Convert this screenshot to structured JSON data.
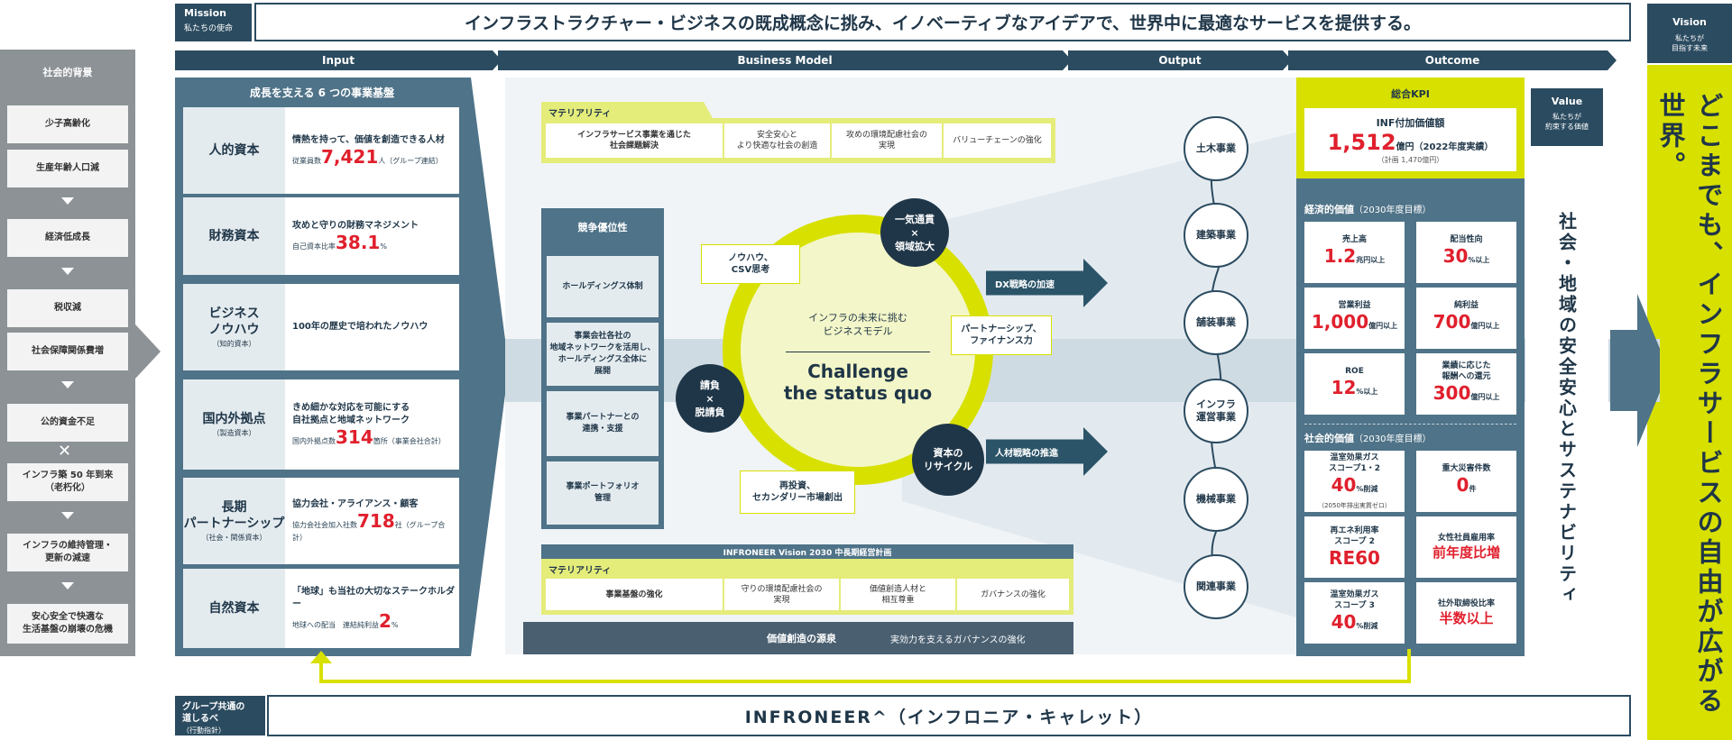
{
  "mission": {
    "tag_en": "Mission",
    "tag_jp": "私たちの使命",
    "text": "インフラストラクチャー・ビジネスの既成概念に挑み、イノベーティブなアイデアで、世界中に最適なサービスを提供する。"
  },
  "vision": {
    "tag_en": "Vision",
    "tag_jp": "私たちが\n目指す未来",
    "text": "どこまでも、インフラサービスの自由が広がる世界。"
  },
  "phases": [
    "Input",
    "Business Model",
    "Output",
    "Outcome"
  ],
  "social_background": {
    "title": "社会的背景",
    "items": [
      "少子高齢化",
      "生産年齢人口減",
      "経済低成長",
      "税収減",
      "社会保障関係費増",
      "公的資金不足",
      "インフラ築 50 年到来\n（老朽化）",
      "インフラの維持管理・\n更新の減速",
      "安心安全で快適な\n生活基盤の崩壊の危機"
    ]
  },
  "input": {
    "title": "成長を支える 6 つの事業基盤",
    "cards": [
      {
        "label": "人的資本",
        "sub": "",
        "desc": "情熱を持って、価値を創造できる人材",
        "stat_pre": "従業員数",
        "stat_val": "7,421",
        "stat_post": "人（グループ連結）"
      },
      {
        "label": "財務資本",
        "sub": "",
        "desc": "攻めと守りの財務マネジメント",
        "stat_pre": "自己資本比率",
        "stat_val": "38.1",
        "stat_post": "%"
      },
      {
        "label": "ビジネス\nノウハウ",
        "sub": "（知的資本）",
        "desc": "100年の歴史で培われたノウハウ",
        "stat_pre": "",
        "stat_val": "",
        "stat_post": ""
      },
      {
        "label": "国内外拠点",
        "sub": "（製造資本）",
        "desc": "きめ細かな対応を可能にする\n自社拠点と地域ネットワーク",
        "stat_pre": "国内外拠点数",
        "stat_val": "314",
        "stat_post": "箇所（事業会社合計）"
      },
      {
        "label": "長期\nパートナーシップ",
        "sub": "（社会・関係資本）",
        "desc": "協力会社・アライアンス・顧客",
        "stat_pre": "協力会社会加入社数",
        "stat_val": "718",
        "stat_post": "社（グループ合計）"
      },
      {
        "label": "自然資本",
        "sub": "",
        "desc": "「地球」も当社の大切なステークホルダー",
        "stat_pre": "地球への配当　連結純利益",
        "stat_val": "2",
        "stat_post": "%"
      }
    ]
  },
  "materiality_top": {
    "title": "マテリアリティ",
    "items": [
      "インフラサービス事業を通じた\n社会課題解決",
      "安全安心と\nより快適な社会の創造",
      "攻めの環境配慮社会の\n実現",
      "バリューチェーンの強化"
    ]
  },
  "competitive": {
    "title": "競争優位性",
    "items": [
      "ホールディングス体制",
      "事業会社各社の\n地域ネットワークを活用し、\nホールディングス全体に\n展開",
      "事業パートナーとの\n連携・支援",
      "事業ポートフォリオ\n管理"
    ]
  },
  "model": {
    "center_sub": "インフラの未来に挑む\nビジネスモデル",
    "center_main": "Challenge\nthe status quo",
    "nodes": [
      "一気通貫\n×\n領域拡大",
      "請負\n×\n脱請負",
      "資本の\nリサイクル"
    ],
    "tags": [
      "ノウハウ、\nCSV思考",
      "パートナーシップ、\nファイナンス力",
      "再投資、\nセカンダリー市場創出"
    ],
    "arrows": [
      "DX戦略の加速",
      "人材戦略の推進"
    ]
  },
  "plan_title": "INFRONEER Vision 2030 中長期経営計画",
  "materiality_bottom": {
    "title": "マテリアリティ",
    "items": [
      "事業基盤の強化",
      "守りの環境配慮社会の\n実現",
      "価値創造人材と\n相互尊重",
      "ガバナンスの強化"
    ]
  },
  "foundation": {
    "main": "価値創造の源泉",
    "sub": "実効力を支えるガバナンスの強化"
  },
  "output": [
    "土木事業",
    "建築事業",
    "舗装事業",
    "インフラ\n運営事業",
    "機械事業",
    "関連事業"
  ],
  "kpi": {
    "title": "総合KPI",
    "line1": "INF付加価値額",
    "value": "1,512",
    "unit": "億円（2022年度実績）",
    "note": "（計画 1,470億円）"
  },
  "economic": {
    "title": "経済的価値",
    "title_sub": "（2030年度目標）",
    "cells": [
      {
        "label": "売上高",
        "value": "1.2",
        "unit": "兆円以上"
      },
      {
        "label": "配当性向",
        "value": "30",
        "unit": "%以上"
      },
      {
        "label": "営業利益",
        "value": "1,000",
        "unit": "億円以上"
      },
      {
        "label": "純利益",
        "value": "700",
        "unit": "億円以上"
      },
      {
        "label": "ROE",
        "value": "12",
        "unit": "%以上"
      },
      {
        "label": "業績に応じた\n報酬への還元",
        "value": "300",
        "unit": "億円以上"
      }
    ]
  },
  "social_value": {
    "title": "社会的価値",
    "title_sub": "（2030年度目標）",
    "cells": [
      {
        "label": "温室効果ガス\nスコープ1・2",
        "value": "40",
        "unit": "%削減",
        "note": "（2050年排出実質ゼロ）"
      },
      {
        "label": "重大災害件数",
        "value": "0",
        "unit": "件",
        "note": ""
      },
      {
        "label": "再エネ利用率\nスコープ 2",
        "value": "RE60",
        "unit": "",
        "note": ""
      },
      {
        "label": "女性社員雇用率",
        "value": "前年度比増",
        "unit": "",
        "note": ""
      },
      {
        "label": "温室効果ガス\nスコープ 3",
        "value": "40",
        "unit": "%削減",
        "note": ""
      },
      {
        "label": "社外取締役比率",
        "value": "半数以上",
        "unit": "",
        "note": ""
      }
    ]
  },
  "value": {
    "tag_en": "Value",
    "tag_jp": "私たちが\n約束する価値",
    "text": "社会・地域の安全安心とサステナビリティ"
  },
  "bottom": {
    "tag": "グループ共通の\n道しるべ",
    "tag_sub": "（行動指針）",
    "text": "INFRONEER^（インフロニア・キャレット）"
  },
  "colors": {
    "navy": "#2b4b60",
    "teal": "#4f7388",
    "lime": "#d8e000",
    "red": "#e0202d"
  }
}
